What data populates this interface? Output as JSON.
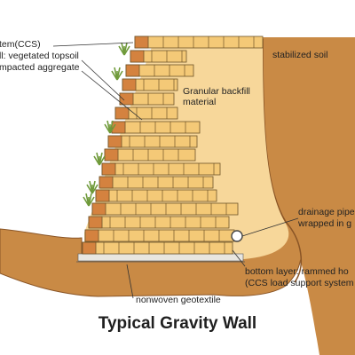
{
  "diagram": {
    "title": "Typical Gravity Wall",
    "labels": {
      "system": "tem(CCS)",
      "facing": "ll: vegetated topsoil",
      "infill": "mpacted aggregate",
      "stabilized_soil": "stabilized soil",
      "backfill_line1": "Granular backfill",
      "backfill_line2": "material",
      "drainage_line1": "drainage pipe",
      "drainage_line2": "wrapped in g",
      "bottom_line1": "bottom layer: rammed ho",
      "bottom_line2": "(CCS load support system",
      "geotextile": "nonwoven geotextile"
    },
    "colors": {
      "soil": "#c98a45",
      "soil_edge": "#8a5526",
      "backfill": "#f7d79a",
      "cell": "#f4c977",
      "cell_edge": "#6f5428",
      "facing_cell": "#d4823f",
      "gravel": "#e8e6e0",
      "vegetation": "#6f9a3a"
    }
  }
}
